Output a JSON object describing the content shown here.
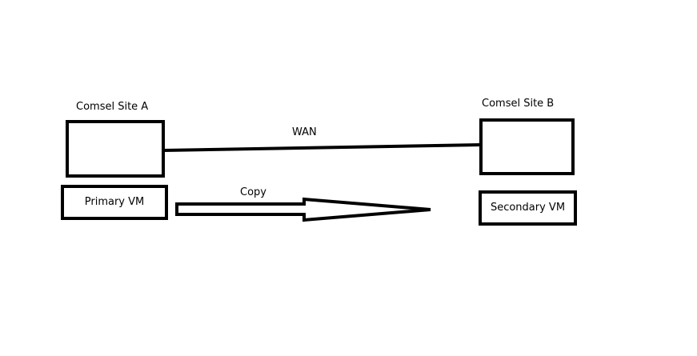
{
  "site_a": {
    "label": "Comsel Site A",
    "vm_label": "Primary VM"
  },
  "site_b": {
    "label": "Comsel Site B",
    "vm_label": "Secondary VM"
  },
  "wan_link": {
    "label": "WAN"
  },
  "copy_arrow": {
    "label": "Copy"
  },
  "colors": {
    "stroke": "#000000",
    "background": "#ffffff"
  }
}
